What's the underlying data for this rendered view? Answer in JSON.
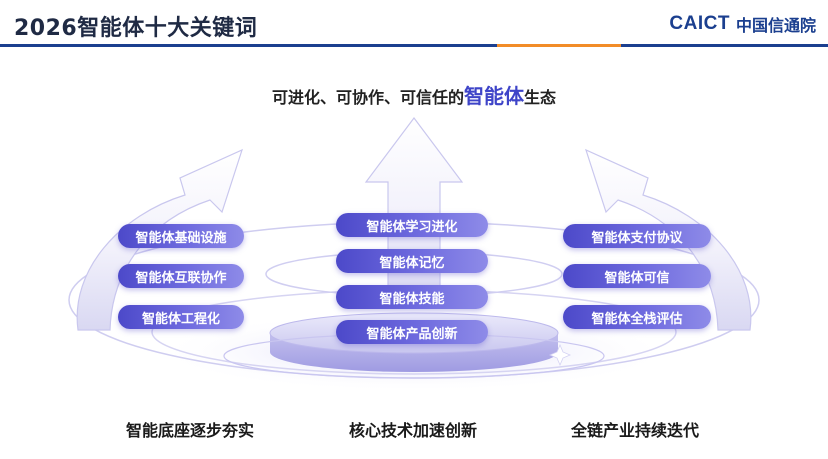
{
  "header": {
    "title": "2026智能体十大关键词",
    "logo_en": "CAICT",
    "logo_cn": "中国信通院"
  },
  "headline": {
    "prefix": "可进化、可协作、可信任的",
    "accent": "智能体",
    "suffix": "生态"
  },
  "columns": {
    "left": {
      "items": [
        "智能体基础设施",
        "智能体互联协作",
        "智能体工程化"
      ],
      "caption": "智能底座逐步夯实"
    },
    "middle": {
      "items": [
        "智能体学习进化",
        "智能体记忆",
        "智能体技能",
        "智能体产品创新"
      ],
      "caption": "核心技术加速创新"
    },
    "right": {
      "items": [
        "智能体支付协议",
        "智能体可信",
        "智能体全栈评估"
      ],
      "caption": "全链产业持续迭代"
    }
  },
  "colors": {
    "brand": "#1b3f8f",
    "accent": "#3e44c8",
    "pill": "#5a56d6"
  }
}
